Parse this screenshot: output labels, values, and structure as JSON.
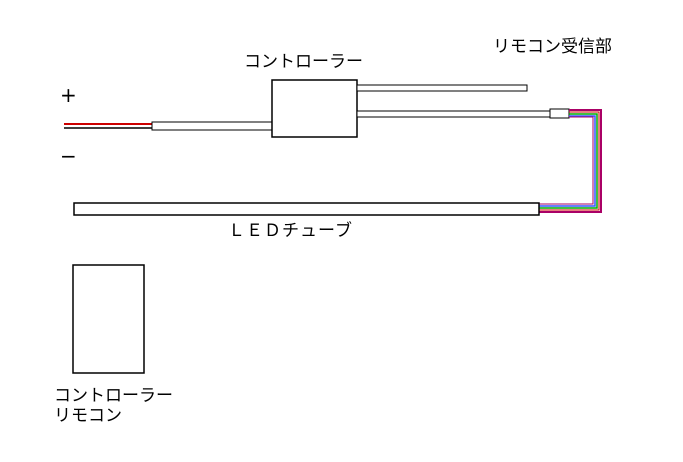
{
  "labels": {
    "controller": "コントローラー",
    "receiver": "リモコン受信部",
    "plus": "+",
    "minus": "−",
    "led_tube": "ＬＥＤチューブ",
    "remote_line1": "コントローラー",
    "remote_line2": "リモコン"
  },
  "colors": {
    "line": "#000000",
    "positive_wire": "#cc0000",
    "rgb_wire_red": "#cc0000",
    "rgb_wire_green": "#00aa00",
    "rgb_wire_blue": "#3355ff",
    "rgb_wire_purple": "#aa0066"
  }
}
